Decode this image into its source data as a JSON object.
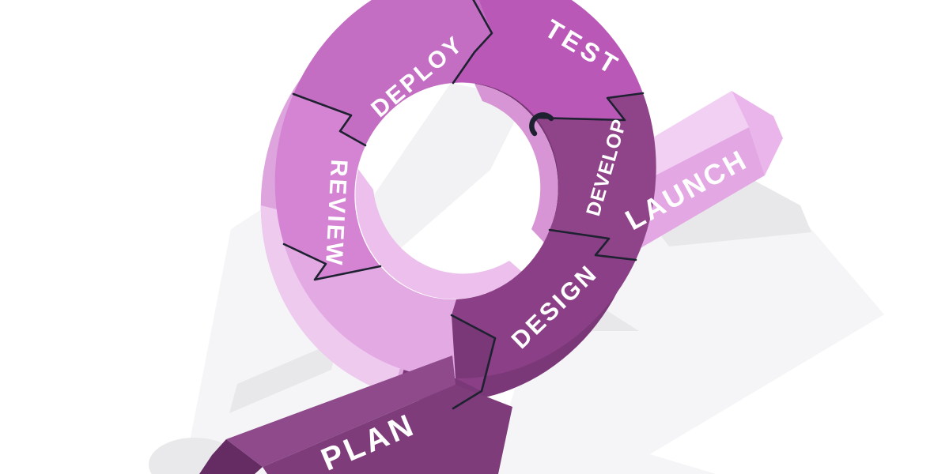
{
  "diagram": {
    "kind": "isometric-loop-illustration",
    "description": "Agile development cycle loop with launch arrow",
    "steps": [
      {
        "id": "plan",
        "label": "PLAN",
        "color": "#7e3c7b"
      },
      {
        "id": "design",
        "label": "DESIGN",
        "color": "#8a3f86"
      },
      {
        "id": "develop",
        "label": "DEVELOP",
        "color": "#8f4489"
      },
      {
        "id": "test",
        "label": "TEST",
        "color": "#ba58b8"
      },
      {
        "id": "deploy",
        "label": "DEPLOY",
        "color": "#c36ec3"
      },
      {
        "id": "review",
        "label": "REVIEW",
        "color": "#d584d4"
      },
      {
        "id": "launch",
        "label": "LAUNCH",
        "color": "#e3a7e4"
      }
    ],
    "palette": {
      "background": "#ffffff",
      "bar_top": "#8f4a8c",
      "bar_end": "#642c62",
      "ring_back": "#e2a9e2",
      "wall_light": "#dea4de",
      "wall_bottom": "#eecaef",
      "wall_dark": "#7b3878",
      "inner_rim": "#d795d6",
      "inner_wall": "#ecbfec",
      "hole_shadow": "#f2f2f4",
      "launch_top": "#f2d0f3",
      "launch_head": "#eab5ea",
      "shadow_mid": "#e8e8ea",
      "shadow_light": "#f5f5f7",
      "shadow_blob": "#e9e9ec",
      "outline": "#1d2130",
      "label_color": "#ffffff"
    }
  }
}
